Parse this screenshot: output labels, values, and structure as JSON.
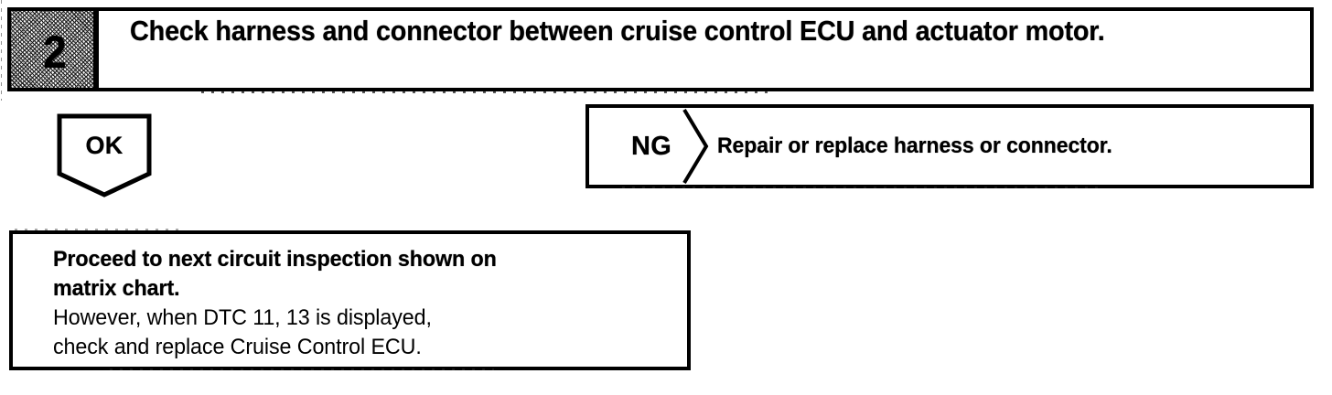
{
  "document": {
    "type": "diagnostic-flowchart",
    "title": "Check harness and connector between cruise control ECU and actuator motor."
  },
  "step": {
    "number": "2",
    "title": "Check harness and connector between cruise control ECU and actuator motor."
  },
  "branches": {
    "ok": {
      "label": "OK",
      "shape": "pentagon-down"
    },
    "ng": {
      "label": "NG",
      "shape": "arrow-right",
      "action": "Repair or replace harness or connector."
    }
  },
  "result_box": {
    "lines": [
      {
        "text": "Proceed to next circuit inspection shown on",
        "weight": "bold"
      },
      {
        "text": "matrix chart.",
        "weight": "bold"
      },
      {
        "text": "However, when DTC 11, 13 is displayed,",
        "weight": "regular"
      },
      {
        "text": "check and replace Cruise Control ECU.",
        "weight": "regular"
      }
    ],
    "line_1": "Proceed to next circuit inspection shown on",
    "line_2": "matrix chart.",
    "line_3": "However, when DTC 11, 13 is displayed,",
    "line_4": "check and replace Cruise Control ECU."
  },
  "colors": {
    "ink": "#000000",
    "paper": "#ffffff",
    "step_cell_tint": "#8a8a8a"
  }
}
